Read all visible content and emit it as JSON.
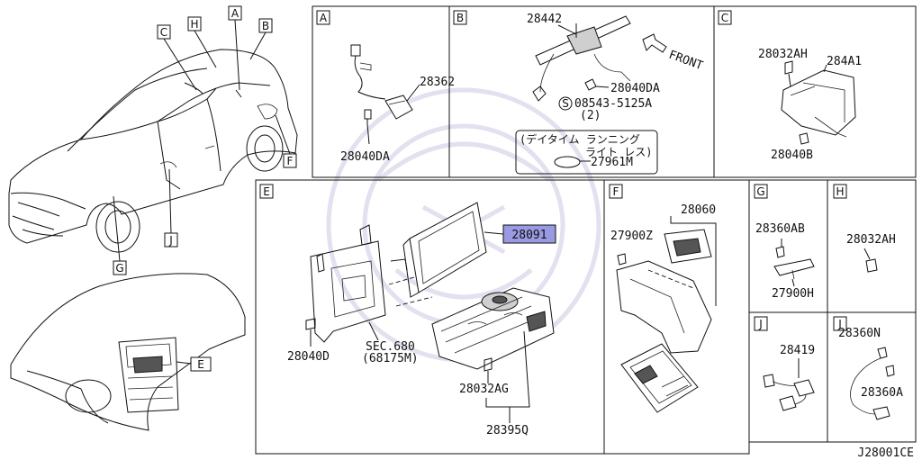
{
  "diagram_id": "J28001CE",
  "overview_callouts": [
    "A",
    "B",
    "C",
    "H",
    "F",
    "J",
    "G",
    "E"
  ],
  "panels": {
    "A": {
      "letter": "A",
      "parts": [
        "28362",
        "28040DA"
      ]
    },
    "B": {
      "letter": "B",
      "parts": [
        "28442",
        "28040DA",
        "08543-5125A",
        "(2)",
        "27961M"
      ],
      "front_label": "FRONT",
      "circle_mark": "S",
      "note_line1": "(デイタイム ランニング",
      "note_line2": "ライト レス)"
    },
    "C": {
      "letter": "C",
      "parts": [
        "28032AH",
        "284A1",
        "28040B"
      ]
    },
    "E": {
      "letter": "E",
      "parts": [
        "28091",
        "28040D",
        "SEC.680",
        "(68175M)",
        "28032AG",
        "28395Q"
      ]
    },
    "F": {
      "letter": "F",
      "parts": [
        "28060",
        "27900Z"
      ]
    },
    "G": {
      "letter": "G",
      "parts": [
        "28360AB",
        "27900H"
      ]
    },
    "H": {
      "letter": "H",
      "parts": [
        "28032AH"
      ]
    },
    "J": {
      "letter": "J",
      "parts": [
        "28419",
        "28360N",
        "28360A"
      ]
    }
  },
  "highlight_color": "#9a9ae4"
}
